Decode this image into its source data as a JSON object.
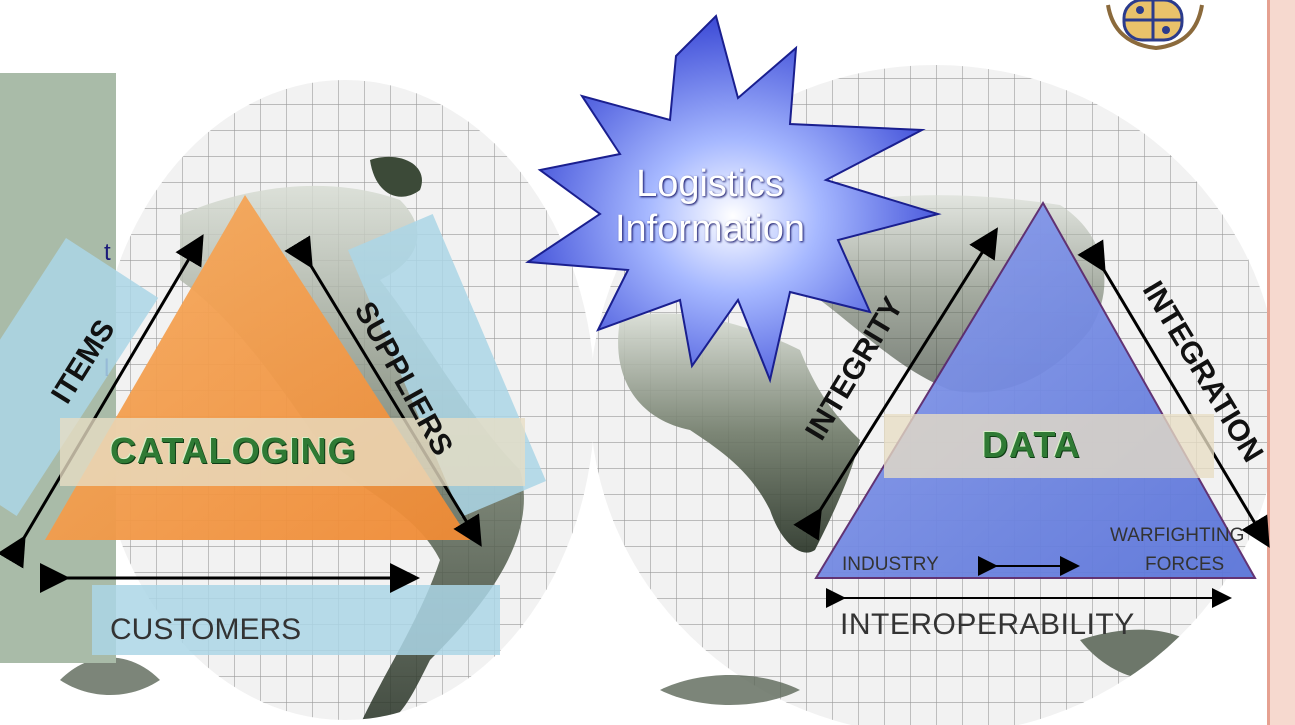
{
  "left_panel": {
    "fragment_1": "t",
    "fragment_2": "l"
  },
  "starburst": {
    "line1": "Logistics",
    "line2": "Information"
  },
  "cataloging": {
    "title": "CATALOGING",
    "left_side": "ITEMS",
    "right_side": "SUPPLIERS",
    "bottom_side": "CUSTOMERS"
  },
  "data_triangle": {
    "title": "DATA",
    "left_side": "INTEGRITY",
    "right_side": "INTEGRATION",
    "industry": "INDUSTRY",
    "forces_line1": "WARFIGHTING",
    "forces_line2": "FORCES",
    "bottom_side": "INTEROPERABILITY"
  },
  "colors": {
    "panel": "#a9bba8",
    "orange_triangle": "#f39a4a",
    "blue_triangle": "#6f86e0",
    "starburst": "#2c3ad0",
    "heading_green": "#2f7a34",
    "band_blue": "#acd6e6"
  },
  "icons": [
    "world-map",
    "logo-icon",
    "starburst"
  ]
}
